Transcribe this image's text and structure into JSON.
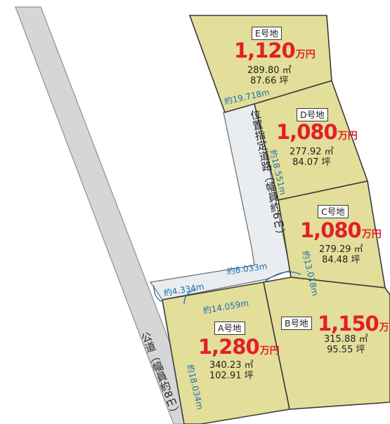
{
  "roads": {
    "public_road": "公道（幅員約8ｍ）",
    "designated_road": "位置指定道路（幅員約6ｍ）"
  },
  "lots": {
    "E": {
      "name": "E号地",
      "price": "1,120",
      "unit": "万円",
      "sqm": "289.80 ㎡",
      "tsubo": "87.66 坪"
    },
    "D": {
      "name": "D号地",
      "price": "1,080",
      "unit": "万円",
      "sqm": "277.92 ㎡",
      "tsubo": "84.07 坪"
    },
    "C": {
      "name": "C号地",
      "price": "1,080",
      "unit": "万円",
      "sqm": "279.29 ㎡",
      "tsubo": "84.48 坪"
    },
    "B": {
      "name": "B号地",
      "price": "1,150",
      "unit": "万円",
      "sqm": "315.88 ㎡",
      "tsubo": "95.55 坪"
    },
    "A": {
      "name": "A号地",
      "price": "1,280",
      "unit": "万円",
      "sqm": "340.23 ㎡",
      "tsubo": "102.91 坪"
    }
  },
  "dimensions": {
    "d1": "約19.718m",
    "d2": "約18.551m",
    "d3": "約13.018m",
    "d4": "約8.033m",
    "d5": "約4.334m",
    "d6": "約14.059m",
    "d7": "約18.034m"
  },
  "colors": {
    "lot_fill": "#e3de9a",
    "price": "#e41e26",
    "dimension": "#1b6fae",
    "road": "#d5d6d8"
  }
}
